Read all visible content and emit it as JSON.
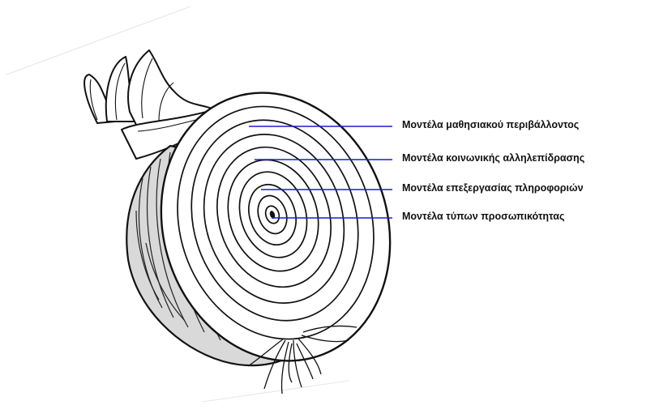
{
  "diagram": {
    "layers": [
      {
        "label": "Μοντέλα μαθησιακού περιβάλλοντος"
      },
      {
        "label": "Μοντέλα κοινωνικής αλληλεπίδρασης"
      },
      {
        "label": "Μοντέλα επεξεργασίας πληροφοριών"
      },
      {
        "label": "Μοντέλα τύπων προσωπικότητας"
      }
    ],
    "leader_line_color": "#1c1cd4",
    "ink_color": "#111111"
  }
}
